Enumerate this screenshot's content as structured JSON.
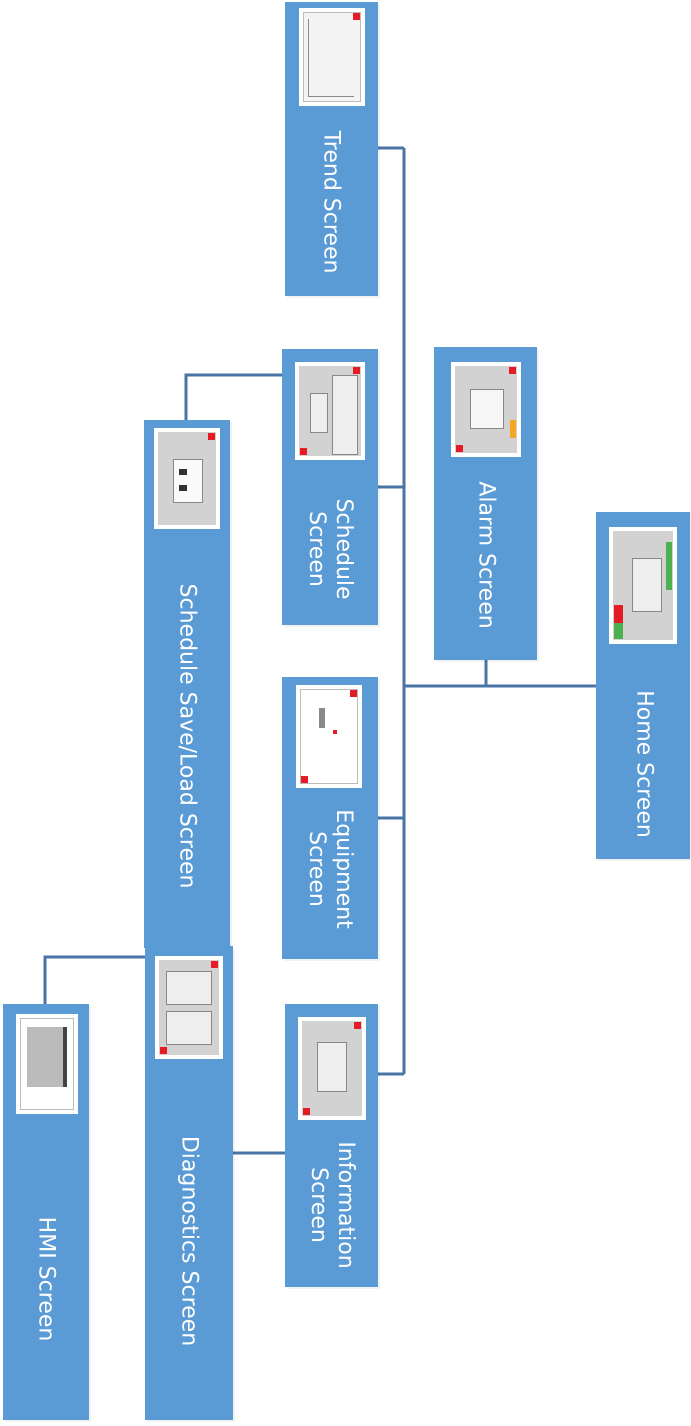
{
  "diagram": {
    "line_color": "#4a74a5",
    "box_color": "#5b9bd5",
    "nodes": {
      "trend": {
        "label": "Trend Screen"
      },
      "schedule": {
        "label_line1": "Schedule",
        "label_line2": "Screen"
      },
      "schedule_save_load": {
        "label": "Schedule Save/Load Screen"
      },
      "alarm": {
        "label": "Alarm Screen"
      },
      "home": {
        "label": "Home Screen"
      },
      "equipment": {
        "label_line1": "Equipment",
        "label_line2": "Screen"
      },
      "diagnostics": {
        "label": "Diagnostics Screen"
      },
      "information": {
        "label_line1": "Information",
        "label_line2": "Screen"
      },
      "hmi": {
        "label": "HMI Screen"
      }
    }
  }
}
